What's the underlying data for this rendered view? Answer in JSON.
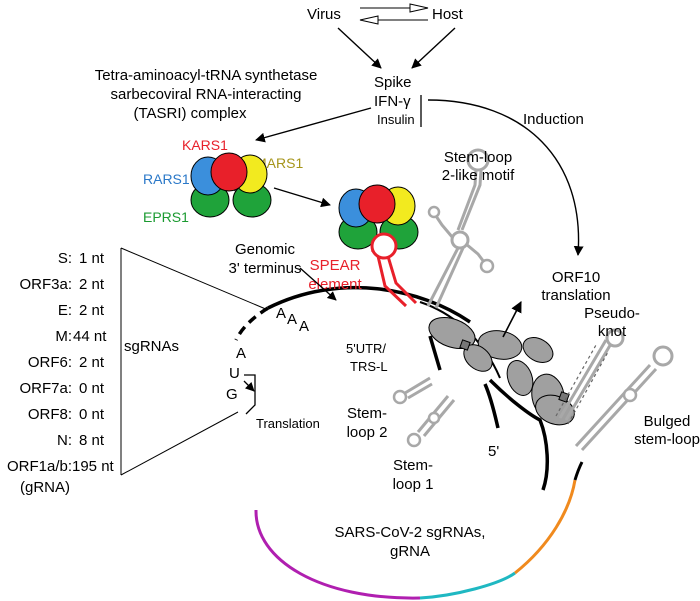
{
  "top": {
    "virus": "Virus",
    "host": "Host"
  },
  "triggers": {
    "spike": "Spike",
    "ifn": "IFN-γ",
    "insulin": "Insulin",
    "induction": "Induction"
  },
  "complex": {
    "title_line1": "Tetra-aminoacyl-tRNA synthetase",
    "title_line2": "sarbecoviral RNA-interacting",
    "title_line3": "(TASRI) complex",
    "kars1": "KARS1",
    "mars1": "MARS1",
    "rars1": "RARS1",
    "eprs1": "EPRS1"
  },
  "rna": {
    "genomic_line1": "Genomic",
    "genomic_line2": "3' terminus",
    "spear_line1": "SPEAR",
    "spear_line2": "element",
    "stemloop2like_line1": "Stem-loop",
    "stemloop2like_line2": "2-like motif",
    "orf10_line1": "ORF10",
    "orf10_line2": "translation",
    "pseudoknot_line1": "Pseudo-",
    "pseudoknot_line2": "knot",
    "bulged_line1": "Bulged",
    "bulged_line2": "stem-loop",
    "utr_line1": "5'UTR/",
    "utr_line2": "TRS-L",
    "sl2_line1": "Stem-",
    "sl2_line2": "loop 2",
    "sl1_line1": "Stem-",
    "sl1_line2": "loop 1",
    "five_prime": "5'",
    "polyA": [
      "A",
      "A",
      "A"
    ],
    "aug": [
      "A",
      "U",
      "G"
    ],
    "translation": "Translation",
    "circle_line1": "SARS-CoV-2 sgRNAs,",
    "circle_line2": "gRNA"
  },
  "sgrna_table": {
    "label": "sgRNAs",
    "rows": [
      {
        "name": "S:",
        "value": "1 nt"
      },
      {
        "name": "ORF3a:",
        "value": "2 nt"
      },
      {
        "name": "E:",
        "value": "2 nt"
      },
      {
        "name": "M:",
        "value": "44 nt"
      },
      {
        "name": "ORF6:",
        "value": "2 nt"
      },
      {
        "name": "ORF7a:",
        "value": "0 nt"
      },
      {
        "name": "ORF8:",
        "value": "0 nt"
      },
      {
        "name": "N:",
        "value": "8 nt"
      },
      {
        "name": "ORF1a/b:",
        "value": "195 nt"
      }
    ],
    "grna": "(gRNA)"
  },
  "colors": {
    "kars1": "#e8202a",
    "mars1": "#f2ea1f",
    "rars1": "#3b8fdc",
    "eprs1": "#1fa33a",
    "mars1_text": "#a6951a",
    "rars1_text": "#2a78c8",
    "eprs1_text": "#1a9a30",
    "spear": "#e8202a",
    "grey_structure": "#a8a8a8",
    "ribosome": "#a0a0a0",
    "arc_magenta": "#b01fb0",
    "arc_teal": "#1fb8c2",
    "arc_orange": "#f08a1e"
  }
}
